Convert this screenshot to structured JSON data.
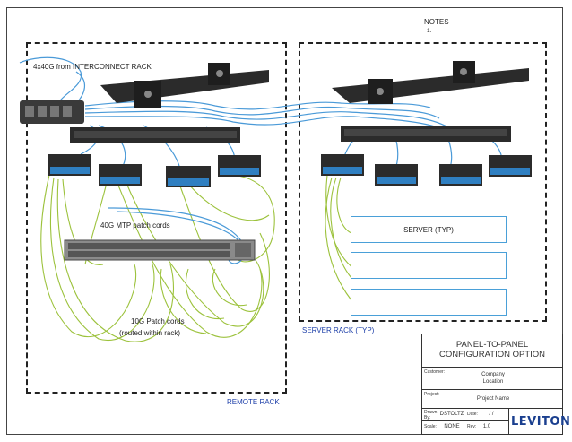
{
  "notes": {
    "title": "NOTES",
    "item": "1."
  },
  "labels": {
    "interconnect": "4x40G from INTERCONNECT RACK",
    "mtp_cords": "40G MTP patch cords",
    "patch_cords_line1": "10G Patch cords",
    "patch_cords_line2": "(routed within rack)",
    "remote_rack": "REMOTE RACK",
    "server_rack": "SERVER RACK (TYP)"
  },
  "servers": [
    {
      "label": "SERVER (TYP)"
    },
    {
      "label": ""
    },
    {
      "label": ""
    }
  ],
  "title_block": {
    "title_line1": "PANEL-TO-PANEL",
    "title_line2": "CONFIGURATION OPTION",
    "customer_label": "Customer:",
    "customer_name": "Company",
    "customer_location": "Location",
    "project_label": "Project:",
    "project_name": "Project Name",
    "drawn_label": "Drawn By:",
    "drawn_value": "DSTOLTZ",
    "date_label": "Date:",
    "date_value": "/ /",
    "scale_label": "Scale:",
    "scale_value": "NONE",
    "rev_label": "Rev:",
    "rev_value": "1.0",
    "logo": "LEVITON"
  },
  "colors": {
    "fiber_blue": "#4a9ad8",
    "copper_green": "#9cc23c",
    "cassette_blue": "#2f7fc1",
    "panel_dark": "#2b2b2b",
    "rack_label_blue": "#1c3ea8",
    "server_box_border": "#4aa0d8"
  }
}
